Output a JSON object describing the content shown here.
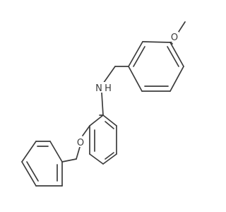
{
  "molecule": {
    "atoms": {
      "oxygen_methoxy": "O",
      "nitrogen_amine": "N",
      "hydrogen_amine": "H",
      "oxygen_ether": "O"
    },
    "colors": {
      "bond": "#3c3c3c",
      "label": "#3c3c3c",
      "background": "#ffffff"
    }
  }
}
